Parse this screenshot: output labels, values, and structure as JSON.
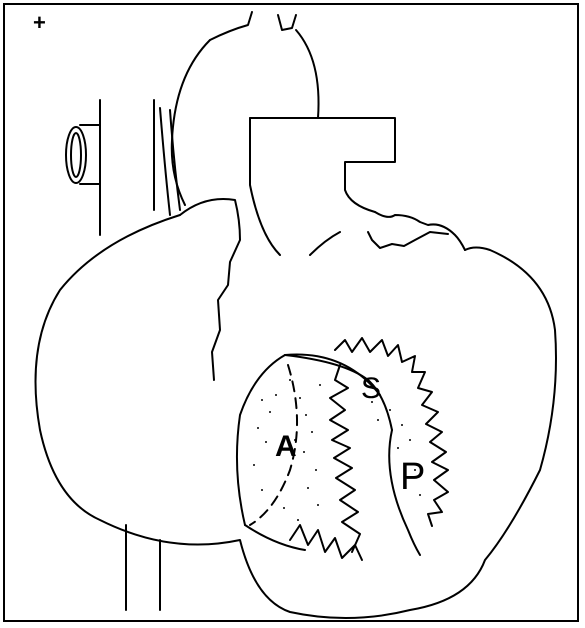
{
  "labels": {
    "corner_mark": "+",
    "septal": "S",
    "anterior": "A",
    "posterior": "P"
  },
  "colors": {
    "ink": "#000000",
    "paper": "#ffffff"
  }
}
